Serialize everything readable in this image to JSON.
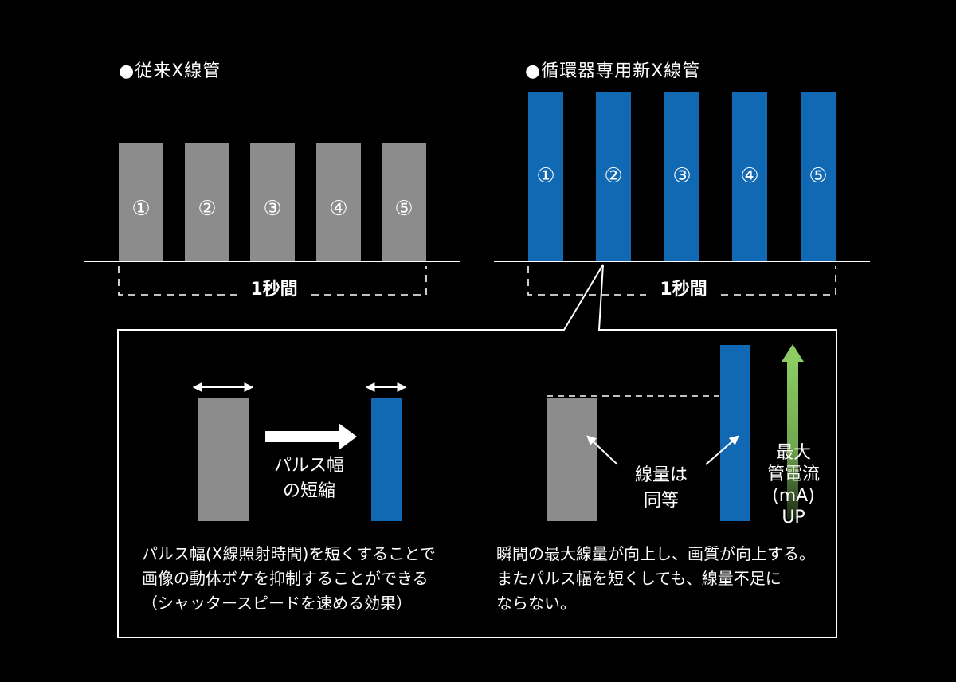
{
  "colors": {
    "background": "#000000",
    "gray_pulse": "#8c8c8c",
    "blue_pulse": "#1269b3",
    "line": "#ffffff",
    "arrow_green": "#7fbf5a"
  },
  "left": {
    "title": "●従来X線管",
    "pulses": [
      "①",
      "②",
      "③",
      "④",
      "⑤"
    ],
    "duration_label": "1秒間"
  },
  "right": {
    "title": "●循環器専用新X線管",
    "pulses": [
      "①",
      "②",
      "③",
      "④",
      "⑤"
    ],
    "duration_label": "1秒間"
  },
  "detail": {
    "pulse_width_label": "パルス幅の短縮",
    "pulse_width_label_lines": [
      "パルス幅",
      "の短縮"
    ],
    "dose_label_lines": [
      "線量は",
      "同等"
    ],
    "tube_current_label_lines": [
      "最大",
      "管電流",
      "(mA)",
      "UP"
    ],
    "caption_left_lines": [
      "パルス幅(X線照射時間)を短くすることで",
      "画像の動体ボケを抑制することができる",
      "（シャッタースピードを速める効果）"
    ],
    "caption_right_lines": [
      "瞬間の最大線量が向上し、画質が向上する。",
      "またパルス幅を短くしても、線量不足に",
      "ならない。"
    ]
  }
}
